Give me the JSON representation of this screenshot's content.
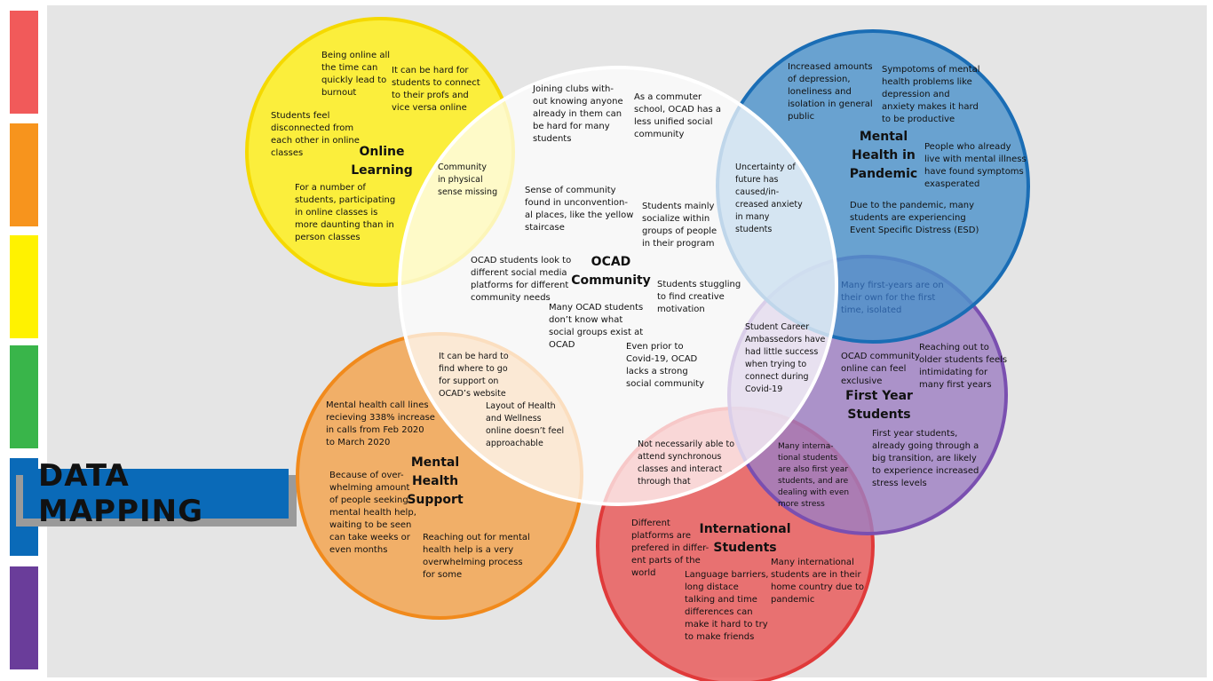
{
  "slide": {
    "title": "DATA MAPPING",
    "side_bar_colors": [
      "#f15a5a",
      "#f7941d",
      "#fff200",
      "#39b54a",
      "#0a6ab8",
      "#6a3d9a"
    ]
  },
  "circles": {
    "online_learning": {
      "title": "Online\nLearning",
      "color": "#ffec1a",
      "notes": [
        "Being online all\nthe time can\nquickly lead to\nburnout",
        "It can be hard for\nstudents to connect\nto their profs and\nvice versa online",
        "Students feel\ndisconnected from\neach other in online\nclasses",
        "For a number of\nstudents, participating\nin online classes is\nmore daunting than in\nperson classes"
      ]
    },
    "ocad_community": {
      "title": "OCAD\nCommunity",
      "color": "#f5f5f5",
      "notes": [
        "Joining clubs with-\nout knowing anyone\nalready in them can\nbe hard for many\nstudents",
        "As a commuter\nschool, OCAD has a\nless unified social\ncommunity",
        "Sense of community\nfound in unconvention-\nal places, like the yellow\nstaircase",
        "Students mainly\nsocialize within\ngroups of people\nin their program",
        "OCAD students look to\ndifferent social media\nplatforms for different\ncommunity needs",
        "Students stuggling\nto find creative\nmotivation",
        "Many OCAD students\ndon’t know what\nsocial groups exist at\nOCAD",
        "Even prior to\nCovid-19, OCAD\nlacks a strong\nsocial community"
      ]
    },
    "mental_health_pandemic": {
      "title": "Mental\nHealth in\nPandemic",
      "color": "#4a90c8",
      "notes": [
        "Increased amounts\nof depression,\nloneliness and\nisolation in general\npublic",
        "Sympotoms of mental\nhealth problems like\ndepression and\nanxiety makes it hard\nto be productive",
        "People who already\nlive with mental illness\nhave found symptoms\nexasperated",
        "Due to the pandemic, many\nstudents are experiencing\nEvent Specific Distress (ESD)"
      ]
    },
    "first_year": {
      "title": "First Year\nStudents",
      "color": "#9b7cc0",
      "notes": [
        "OCAD community\nonline can feel\nexclusive",
        "Reaching out to\nolder students feels\nintimidating for\nmany first years",
        "First year students,\nalready going through a\nbig transition, are likely\nto experience increased\nstress levels"
      ]
    },
    "international": {
      "title": "International\nStudents",
      "color": "#e8504f",
      "notes": [
        "Different\nplatforms are\nprefered in differ-\nent parts of the\nworld",
        "Many international\nstudents are in their\nhome country due to\npandemic",
        "Language barriers,\nlong distace\ntalking and time\ndifferences can\nmake it hard to try\nto make friends"
      ]
    },
    "mental_health_support": {
      "title": "Mental\nHealth\nSupport",
      "color": "#f0a150",
      "notes": [
        "Mental health call lines\nrecieving 338% increase\nin calls from Feb 2020\nto March 2020",
        "Because of over-\nwhelming amount\nof people seeking\nmental health help,\nwaiting to be seen\ncan take weeks or\neven months",
        "Reaching out for mental\nhealth help is a very\noverwhelming process\nfor some"
      ]
    }
  },
  "overlaps": {
    "online_ocad": "Community\nin physical\nsense missing",
    "ocad_pandemic": "Uncertainty of\nfuture has\ncaused/in-\ncreased anxiety\nin many\nstudents",
    "pandemic_firstyear": "Many first-years are on\ntheir own for the first\ntime, isolated",
    "ocad_firstyear": "Student Career\nAmbassedors have\nhad little success\nwhen trying to\nconnect during\nCovid-19",
    "firstyear_international": "Many interna-\ntional students\nare also first year\nstudents, and are\ndealing with even\nmore stress",
    "ocad_international": "Not necessarily able to\nattend synchronous\nclasses and interact\nthrough that",
    "ocad_support_1": "It can be hard to\nfind where to go\nfor support on\nOCAD’s website",
    "ocad_support_2": "Layout of Health\nand Wellness\nonline doesn’t feel\napproachable"
  }
}
